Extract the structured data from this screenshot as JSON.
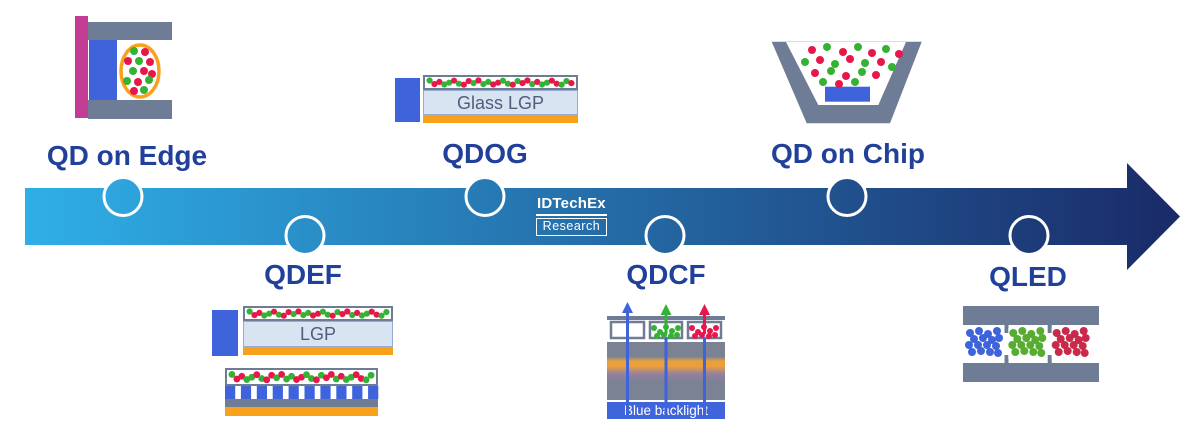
{
  "diagram": {
    "nodes": [
      {
        "label": "QD on Edge",
        "position": "above"
      },
      {
        "label": "QDEF",
        "position": "below"
      },
      {
        "label": "QDOG",
        "position": "above"
      },
      {
        "label": "QDCF",
        "position": "below"
      },
      {
        "label": "QD on Chip",
        "position": "above"
      },
      {
        "label": "QLED",
        "position": "below"
      }
    ],
    "labels": {
      "glass_lgp": "Glass LGP",
      "lgp": "LGP",
      "blue_backlight": "Blue backlight"
    },
    "watermark": {
      "line1": "IDTechEx",
      "line2": "Research"
    }
  },
  "colors": {
    "arrow_start": "#2FAFE7",
    "arrow_end": "#1A2A68",
    "label_blue": "#21409A",
    "slate_gray": "#6E7C96",
    "magenta": "#C23C94",
    "royal_blue": "#3E63DB",
    "orange": "#F9A11B",
    "lgp_fill": "#D9E4F3",
    "lgp_text": "#4E5E7E",
    "dot_green": "#35B234",
    "dot_red": "#E8174B",
    "qled_blue": "#3E63DB",
    "qled_green": "#58AC30",
    "qled_red": "#C9294B",
    "backlight_blue": "#4064DB",
    "panel_gray": "#7A8294",
    "stripe_orange": "#E9A03C",
    "stripe_purple": "#94809F"
  }
}
